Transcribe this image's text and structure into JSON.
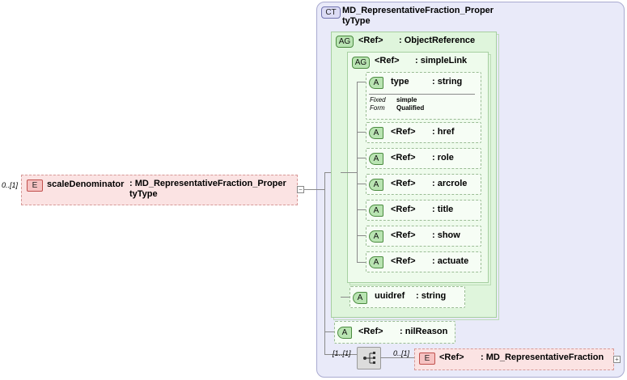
{
  "complex_type": {
    "badge": "CT",
    "name": "MD_RepresentativeFraction_Proper tyType"
  },
  "root_element": {
    "badge": "E",
    "occurrence": "0..[1]",
    "name": "scaleDenominator",
    "type": ": MD_RepresentativeFraction_Proper tyType"
  },
  "attribute_group_outer": {
    "badge": "AG",
    "ref": "<Ref>",
    "type": ": ObjectReference"
  },
  "attribute_group_inner": {
    "badge": "AG",
    "ref": "<Ref>",
    "type": ": simpleLink"
  },
  "type_attribute": {
    "badge": "A",
    "name": "type",
    "type": ": string",
    "fixed_label": "Fixed",
    "fixed_value": "simple",
    "form_label": "Form",
    "form_value": "Qualified"
  },
  "link_attributes": [
    {
      "badge": "A",
      "ref": "<Ref>",
      "type": ": href"
    },
    {
      "badge": "A",
      "ref": "<Ref>",
      "type": ": role"
    },
    {
      "badge": "A",
      "ref": "<Ref>",
      "type": ": arcrole"
    },
    {
      "badge": "A",
      "ref": "<Ref>",
      "type": ": title"
    },
    {
      "badge": "A",
      "ref": "<Ref>",
      "type": ": show"
    },
    {
      "badge": "A",
      "ref": "<Ref>",
      "type": ": actuate"
    }
  ],
  "uuidref": {
    "badge": "A",
    "name": "uuidref",
    "type": ": string"
  },
  "nil_reason": {
    "badge": "A",
    "ref": "<Ref>",
    "type": ": nilReason"
  },
  "sequence": {
    "occurrence": "[1..[1]"
  },
  "child_element": {
    "badge": "E",
    "occurrence": "0..[1]",
    "ref": "<Ref>",
    "type": ": MD_RepresentativeFraction"
  }
}
